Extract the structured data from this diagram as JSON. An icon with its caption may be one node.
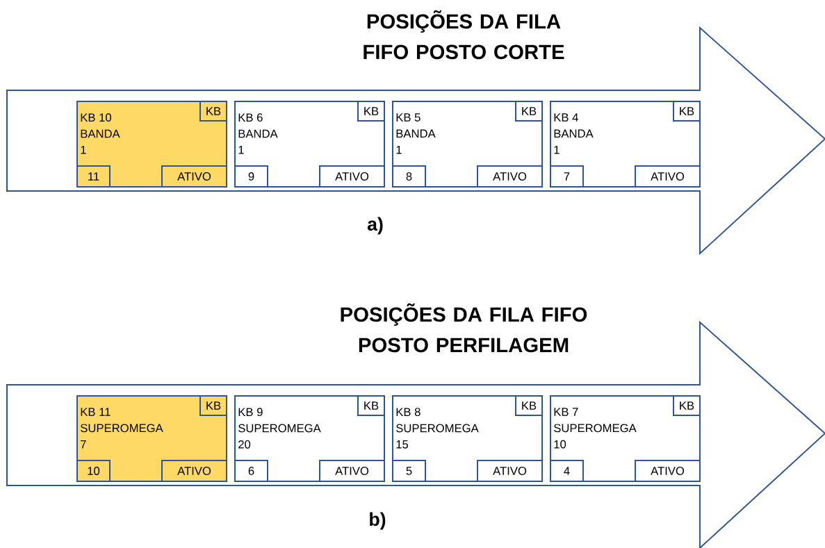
{
  "diagram": {
    "nodes": [
      {
        "text": [],
        "shape": "arrow"
      },
      {
        "text": [
          "KB 10",
          "BANDA",
          "1"
        ],
        "in": 0
      },
      {
        "text": [
          "KB"
        ],
        "in": 1
      },
      {
        "text": [
          "11"
        ],
        "in": 1
      },
      {
        "text": [
          "ATIVO"
        ],
        "in": 1
      },
      {
        "text": [
          "KB 6",
          "BANDA",
          "1"
        ],
        "in": 0
      },
      {
        "text": [
          "KB"
        ],
        "in": 5
      },
      {
        "text": [
          "9"
        ],
        "in": 5
      },
      {
        "text": [
          "ATIVO"
        ],
        "in": 5
      },
      {
        "text": [
          "KB 5",
          "BANDA",
          "1"
        ],
        "in": 0
      },
      {
        "text": [
          "KB"
        ],
        "in": 9
      },
      {
        "text": [
          "8"
        ],
        "in": 9
      },
      {
        "text": [
          "ATIVO"
        ],
        "in": 9
      },
      {
        "text": [
          "KB 4",
          "BANDA",
          "1"
        ],
        "in": 0
      },
      {
        "text": [
          "KB"
        ],
        "in": 13
      },
      {
        "text": [
          "7"
        ],
        "in": 13
      },
      {
        "text": [
          "ATIVO"
        ],
        "in": 13
      },
      {
        "text": [],
        "shape": "arrow"
      },
      {
        "text": [
          "KB 11",
          "SUPEROMEGA",
          "7"
        ],
        "in": 17
      },
      {
        "text": [
          "KB"
        ],
        "in": 18
      },
      {
        "text": [
          "10"
        ],
        "in": 18
      },
      {
        "text": [
          "ATIVO"
        ],
        "in": 18
      },
      {
        "text": [
          "KB 9",
          "SUPEROMEGA",
          "20"
        ],
        "in": 17
      },
      {
        "text": [
          "KB"
        ],
        "in": 22
      },
      {
        "text": [
          "6"
        ],
        "in": 22
      },
      {
        "text": [
          "ATIVO"
        ],
        "in": 22
      },
      {
        "text": [
          "KB 8",
          "SUPEROMEGA",
          "15"
        ],
        "in": 17
      },
      {
        "text": [
          "KB"
        ],
        "in": 26
      },
      {
        "text": [
          "5"
        ],
        "in": 26
      },
      {
        "text": [
          "ATIVO"
        ],
        "in": 26
      },
      {
        "text": [
          "KB 7",
          "SUPEROMEGA",
          "10"
        ],
        "in": 17
      },
      {
        "text": [
          "KB"
        ],
        "in": 30
      },
      {
        "text": [
          "4"
        ],
        "in": 30
      },
      {
        "text": [
          "ATIVO"
        ],
        "in": 30
      }
    ],
    "labels": [
      "POSIÇÕES DA FILA FIFO POSTO CORTE",
      "a)",
      "POSIÇÕES DA FILA FIFO POSTO PERFILAGEM",
      "b)"
    ]
  }
}
